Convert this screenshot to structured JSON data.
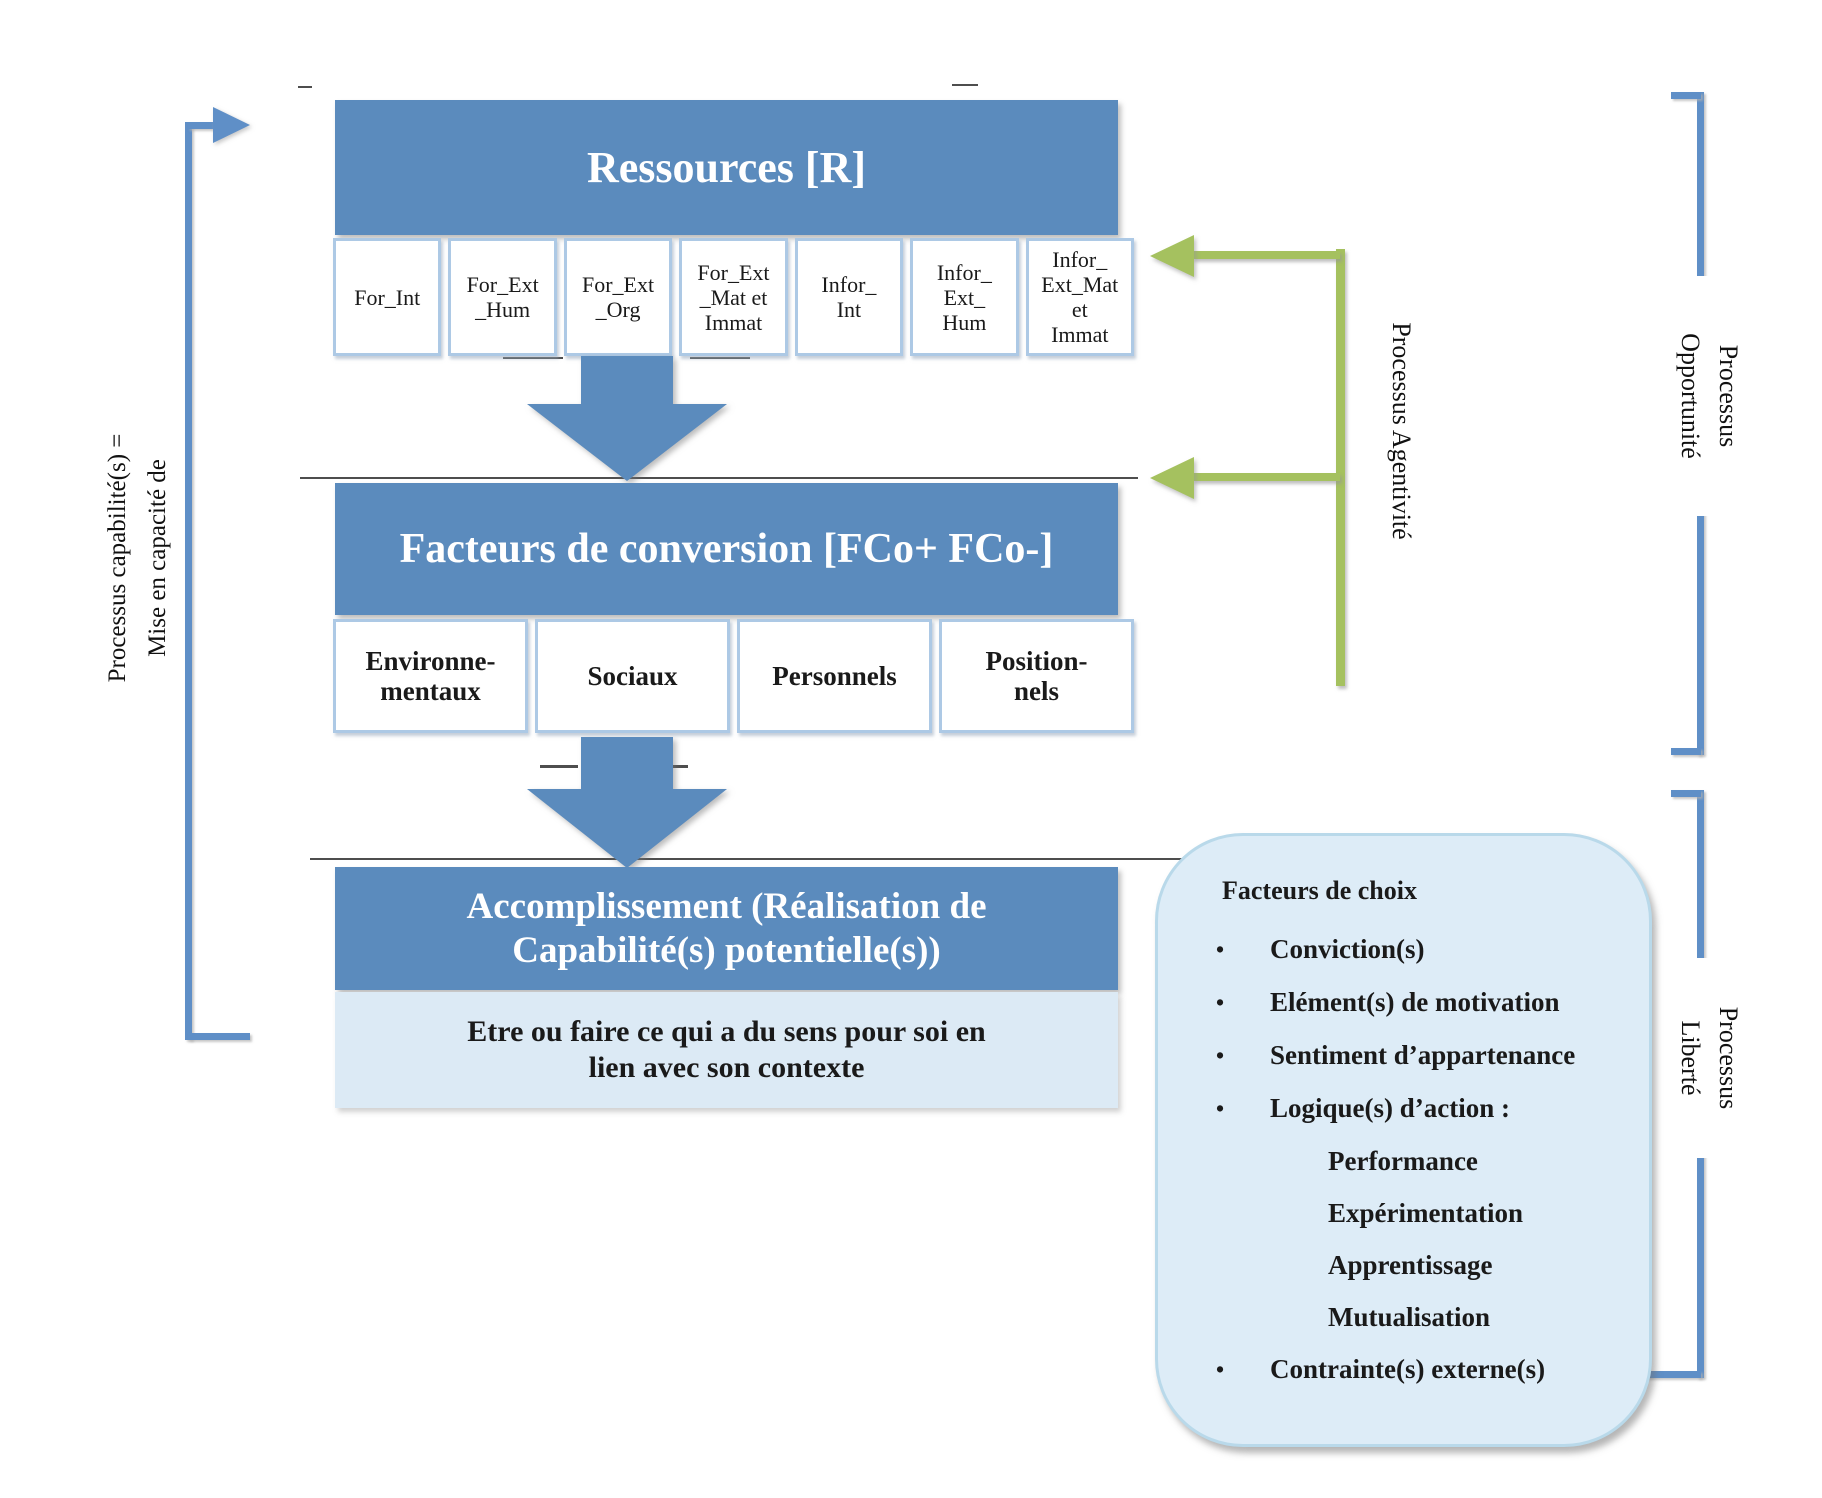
{
  "left_process": {
    "line1": "Processus capabilité(s) =",
    "line2": "Mise en capacité de"
  },
  "ressources": {
    "title": "Ressources [R]",
    "cells": [
      "For_Int",
      "For_Ext\n_Hum",
      "For_Ext\n_Org",
      "For_Ext\n_Mat et\nImmat",
      "Infor_\nInt",
      "Infor_\nExt_\nHum",
      "Infor_\nExt_Mat\net\nImmat"
    ]
  },
  "facteurs": {
    "title": "Facteurs de conversion [FCo+ FCo-]",
    "cells": [
      "Environne-\nmentaux",
      "Sociaux",
      "Personnels",
      "Position-\nnels"
    ]
  },
  "accomplissement": {
    "title": "Accomplissement (Réalisation  de\nCapabilité(s) potentielle(s))",
    "subtitle": "Etre ou faire ce qui a du sens pour soi en\nlien avec son contexte"
  },
  "agentivite": {
    "label": "Processus Agentivité"
  },
  "opportunite": {
    "label": "Processus\nOpportunité"
  },
  "liberte": {
    "label": "Processus\nLiberté"
  },
  "choice_box": {
    "title": "Facteurs de choix",
    "bullets": [
      "Conviction(s)",
      "Elément(s) de motivation",
      "Sentiment d’appartenance",
      "Logique(s) d’action :"
    ],
    "sub_items": [
      "Performance",
      "Expérimentation",
      "Apprentissage",
      "Mutualisation"
    ],
    "last_bullet": "Contrainte(s) externe(s)"
  },
  "colors": {
    "header_blue": "#5b8bbd",
    "cell_border_blue": "#adc9e5",
    "panel_light_blue": "#dceaf5",
    "choice_box_fill": "#ddecf7",
    "choice_box_border": "#b9d9ea",
    "arrow_green": "#a5c15f",
    "bracket_blue": "#5f8fc7"
  }
}
